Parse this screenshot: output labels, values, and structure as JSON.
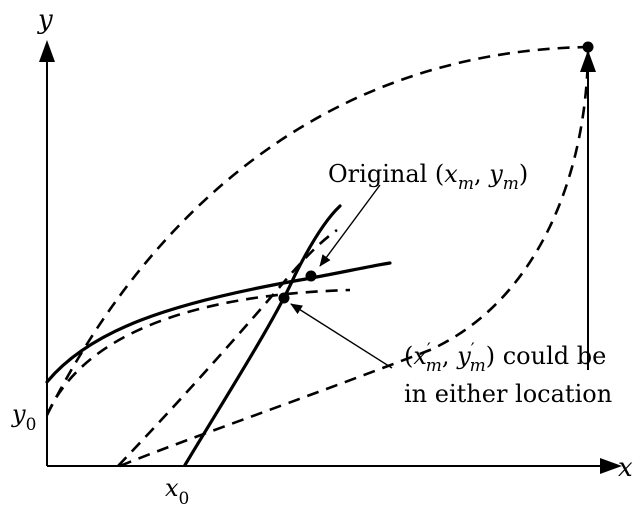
{
  "axes": {
    "x_label": "x",
    "y_label": "y",
    "x0_label": "x",
    "x0_sub": "0",
    "y0_label": "y",
    "y0_sub": "0"
  },
  "annotations": {
    "original": {
      "prefix": "Original (",
      "x": "x",
      "x_sub": "m",
      "comma": ", ",
      "y": "y",
      "y_sub": "m",
      "suffix": ")"
    },
    "alternate": {
      "open": "(",
      "x": "x",
      "x_sup": "′",
      "x_sub": "m",
      "comma": ", ",
      "y": "y",
      "y_sup": "′",
      "y_sub": "m",
      "rest": ") could be",
      "line2": "in either location"
    }
  }
}
